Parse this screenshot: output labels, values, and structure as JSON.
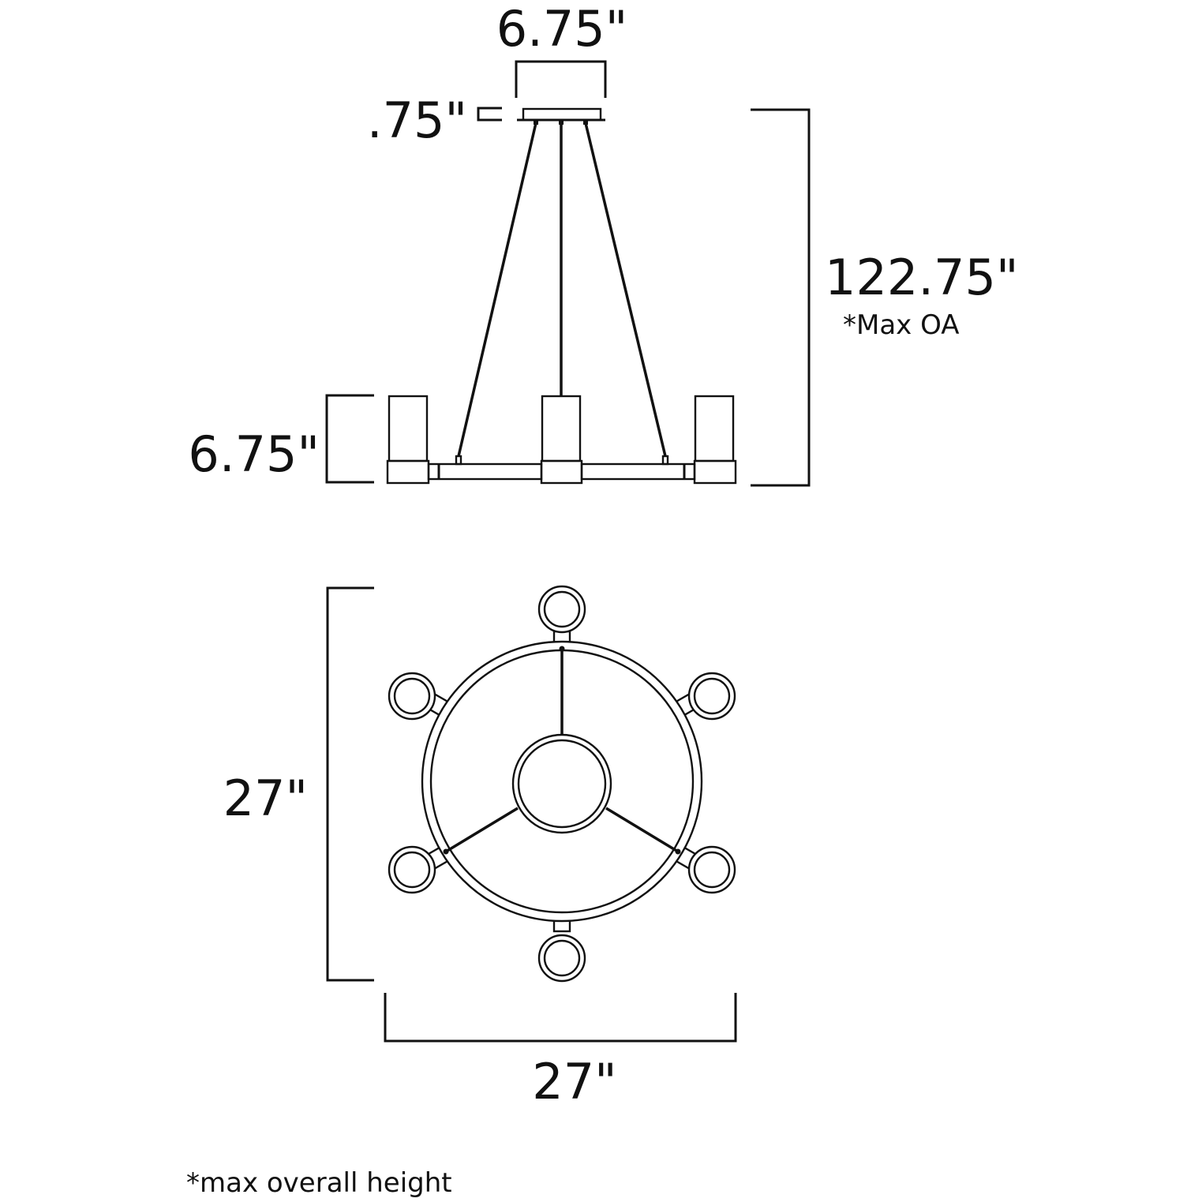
{
  "diagram": {
    "title": "Chandelier dimension drawing",
    "views": [
      "side-elevation",
      "top-plan"
    ],
    "side_view": {
      "canopy_width_label": "6.75\"",
      "canopy_height_label": ".75\"",
      "overall_height_label": "122.75\"",
      "overall_height_note": "*Max OA",
      "shade_height_label": "6.75\""
    },
    "top_view": {
      "depth_label": "27\"",
      "width_label": "27\"",
      "lamp_count": 6,
      "support_rods": 3
    },
    "footnote": "*max overall height",
    "line_color": "#111111",
    "background_color": "#ffffff"
  }
}
